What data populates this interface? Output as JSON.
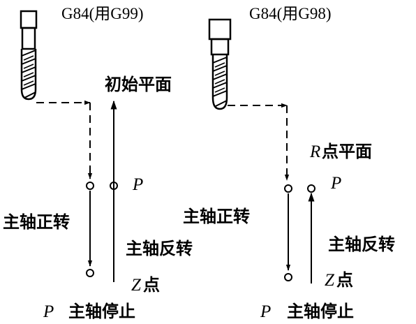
{
  "left": {
    "title": "G84(用G99)",
    "start_plane_label": "初始平面",
    "p_label": "P",
    "spindle_forward_label": "主轴正转",
    "spindle_reverse_label": "主轴反转",
    "z_axis_letter": "Z",
    "z_point_suffix": "点",
    "stop_p_label": "P",
    "spindle_stop_label": "主轴停止"
  },
  "right": {
    "title": "G84(用G98)",
    "r_axis_letter": "R",
    "r_plane_suffix": "点平面",
    "p_label": "P",
    "spindle_forward_label": "主轴正转",
    "spindle_reverse_label": "主轴反转",
    "z_axis_letter": "Z",
    "z_point_suffix": "点",
    "stop_p_label": "P",
    "spindle_stop_label": "主轴停止"
  }
}
